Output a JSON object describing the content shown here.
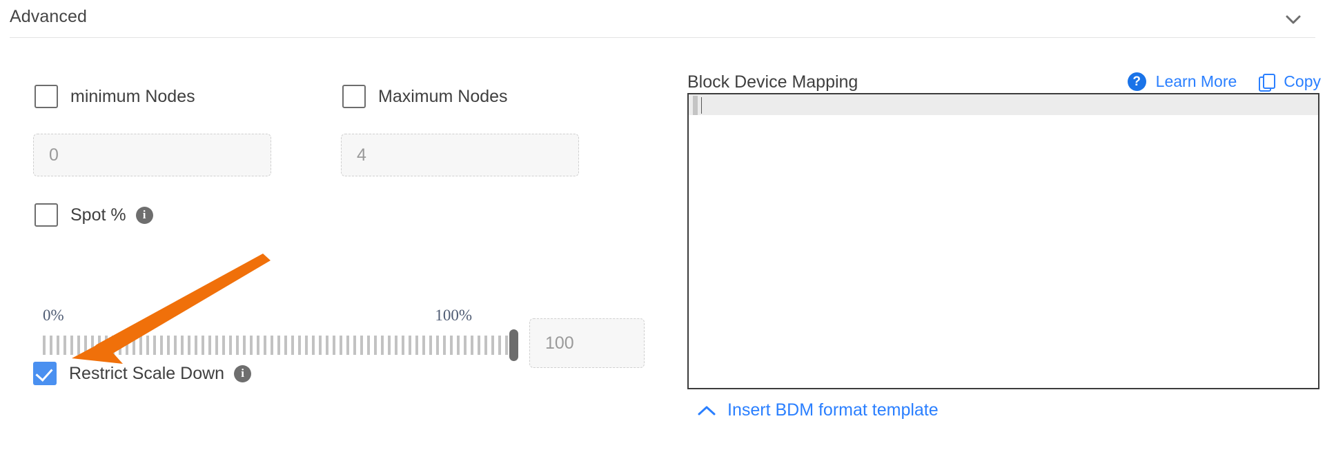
{
  "header": {
    "title": "Advanced",
    "collapse_icon": "chevron-down-icon"
  },
  "left": {
    "min_nodes": {
      "checkbox_label": "minimum Nodes",
      "checked": false,
      "input_placeholder": "0"
    },
    "max_nodes": {
      "checkbox_label": "Maximum Nodes",
      "checked": false,
      "input_placeholder": "4"
    },
    "spot": {
      "checkbox_label": "Spot %",
      "checked": false,
      "info_icon": "info-icon",
      "info_glyph": "i"
    },
    "slider": {
      "min_label": "0%",
      "max_label": "100%",
      "value": 100,
      "value_input_placeholder": "100"
    },
    "restrict_scale_down": {
      "checkbox_label": "Restrict Scale Down",
      "checked": true,
      "info_icon": "info-icon",
      "info_glyph": "i"
    }
  },
  "right": {
    "bdm_title": "Block Device Mapping",
    "help_icon": "help-circle-icon",
    "help_glyph": "?",
    "learn_more_label": "Learn More",
    "copy_icon": "copy-icon",
    "copy_label": "Copy",
    "editor_content": "",
    "insert_template_label": "Insert BDM format template",
    "insert_template_icon": "chevron-up-icon"
  },
  "colors": {
    "accent_blue": "#2a7fff",
    "checkbox_blue": "#4a90f0",
    "annotation_orange": "#f0700a",
    "border_gray": "#3b3b3b",
    "tick_gray": "#c2c2c2"
  },
  "annotation": {
    "type": "arrow",
    "color": "#f0700a",
    "points_to": "restrict-scale-down-checkbox"
  }
}
